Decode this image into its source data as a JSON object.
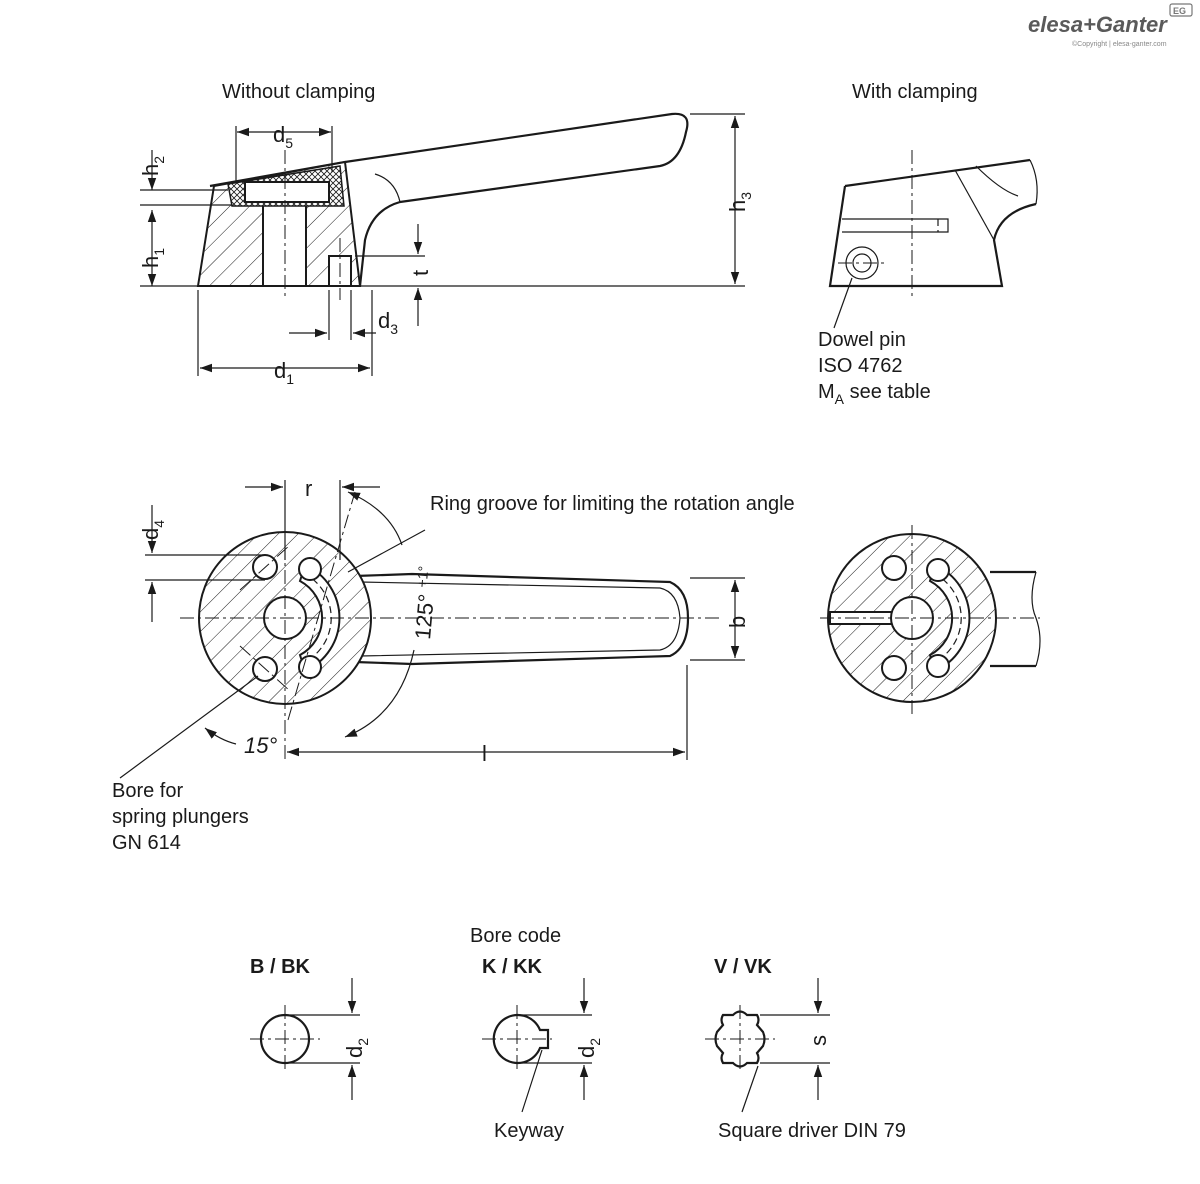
{
  "brand": {
    "logo_text": "elesa+Ganter",
    "badge": "EG",
    "copyright": "©Copyright | elesa-ganter.com"
  },
  "views": {
    "without_clamping": "Without clamping",
    "with_clamping": "With clamping"
  },
  "dimensions": {
    "d1": "d",
    "d1_sub": "1",
    "d2": "d",
    "d2_sub": "2",
    "d3": "d",
    "d3_sub": "3",
    "d4": "d",
    "d4_sub": "4",
    "d5": "d",
    "d5_sub": "5",
    "h1": "h",
    "h1_sub": "1",
    "h2": "h",
    "h2_sub": "2",
    "h3": "h",
    "h3_sub": "3",
    "t": "t",
    "r": "r",
    "b": "b",
    "l": "l",
    "s": "s",
    "angle_125": "125° ",
    "angle_125_tol": "+1°",
    "angle_15": "15°"
  },
  "callouts": {
    "dowel_pin_line1": "Dowel pin",
    "dowel_pin_line2": "ISO 4762",
    "dowel_pin_line3_main": "M",
    "dowel_pin_line3_sub": "A",
    "dowel_pin_line3_rest": " see table",
    "ring_groove": "Ring groove for limiting the rotation angle",
    "bore_spring_line1": "Bore for",
    "bore_spring_line2": "spring plungers",
    "bore_spring_line3": "GN 614",
    "keyway": "Keyway",
    "square_driver": "Square driver DIN 79"
  },
  "bore_code": {
    "title": "Bore code",
    "types": [
      "B / BK",
      "K / KK",
      "V / VK"
    ]
  }
}
